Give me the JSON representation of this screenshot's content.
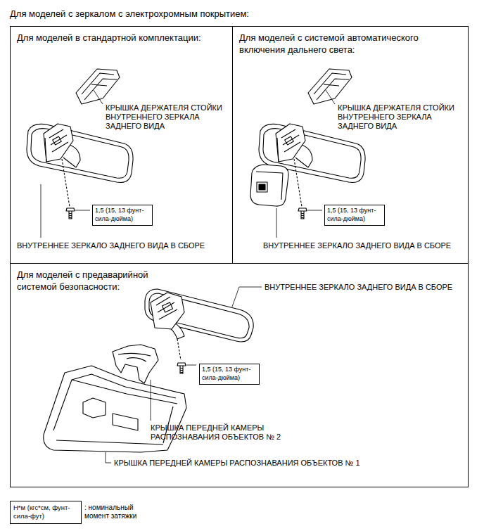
{
  "diagram": {
    "title": "Для моделей с зеркалом с электрохромным покрытием:",
    "nodes": [
      {
        "text": [
          "Для моделей в стандартной комплектации:"
        ]
      },
      {
        "text": [
          "1,5 (15, 13 фунт-сила-дюйма)"
        ],
        "in": 0
      },
      {
        "text": [
          "Для моделей с системой автоматического включения дальнего света:"
        ]
      },
      {
        "text": [
          "1,5 (15, 13 фунт-сила-дюйма)"
        ],
        "in": 2
      },
      {
        "text": [
          "Для моделей с предаварийной системой безопасности:"
        ]
      },
      {
        "text": [
          "1,5 (15, 13 фунт-сила-дюйма)"
        ],
        "in": 4
      },
      {
        "text": [
          "Н*м (кгс*см, фунт-сила-фут)"
        ]
      }
    ],
    "labels": [
      "КРЫШКА ДЕРЖАТЕЛЯ СТОЙКИ ВНУТРЕННЕГО ЗЕРКАЛА ЗАДНЕГО ВИДА",
      "КРЫШКА ДЕРЖАТЕЛЯ СТОЙКИ ВНУТРЕННЕГО ЗЕРКАЛА ЗАДНЕГО ВИДА",
      "ВНУТРЕННЕЕ ЗЕРКАЛО ЗАДНЕГО ВИДА В СБОРЕ",
      "ВНУТРЕННЕЕ ЗЕРКАЛО ЗАДНЕГО ВИДА В СБОРЕ",
      "ВНУТРЕННЕЕ ЗЕРКАЛО ЗАДНЕГО ВИДА В СБОРЕ",
      "КРЫШКА ПЕРЕДНЕЙ КАМЕРЫ РАСПОЗНАВАНИЯ ОБЪЕКТОВ № 2",
      "КРЫШКА ПЕРЕДНЕЙ КАМЕРЫ РАСПОЗНАВАНИЯ ОБЪЕКТОВ № 1",
      ": номинальный момент затяжки"
    ]
  }
}
